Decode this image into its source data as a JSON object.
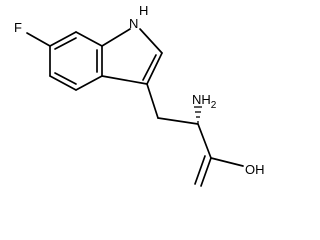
{
  "molecule": {
    "atom_labels": {
      "fluorine": "F",
      "indole_nh": "H",
      "indole_n": "N",
      "amine": "NH",
      "amine_sub": "2",
      "hydroxyl": "OH"
    },
    "line_color": "#000000",
    "background_color": "#ffffff"
  }
}
